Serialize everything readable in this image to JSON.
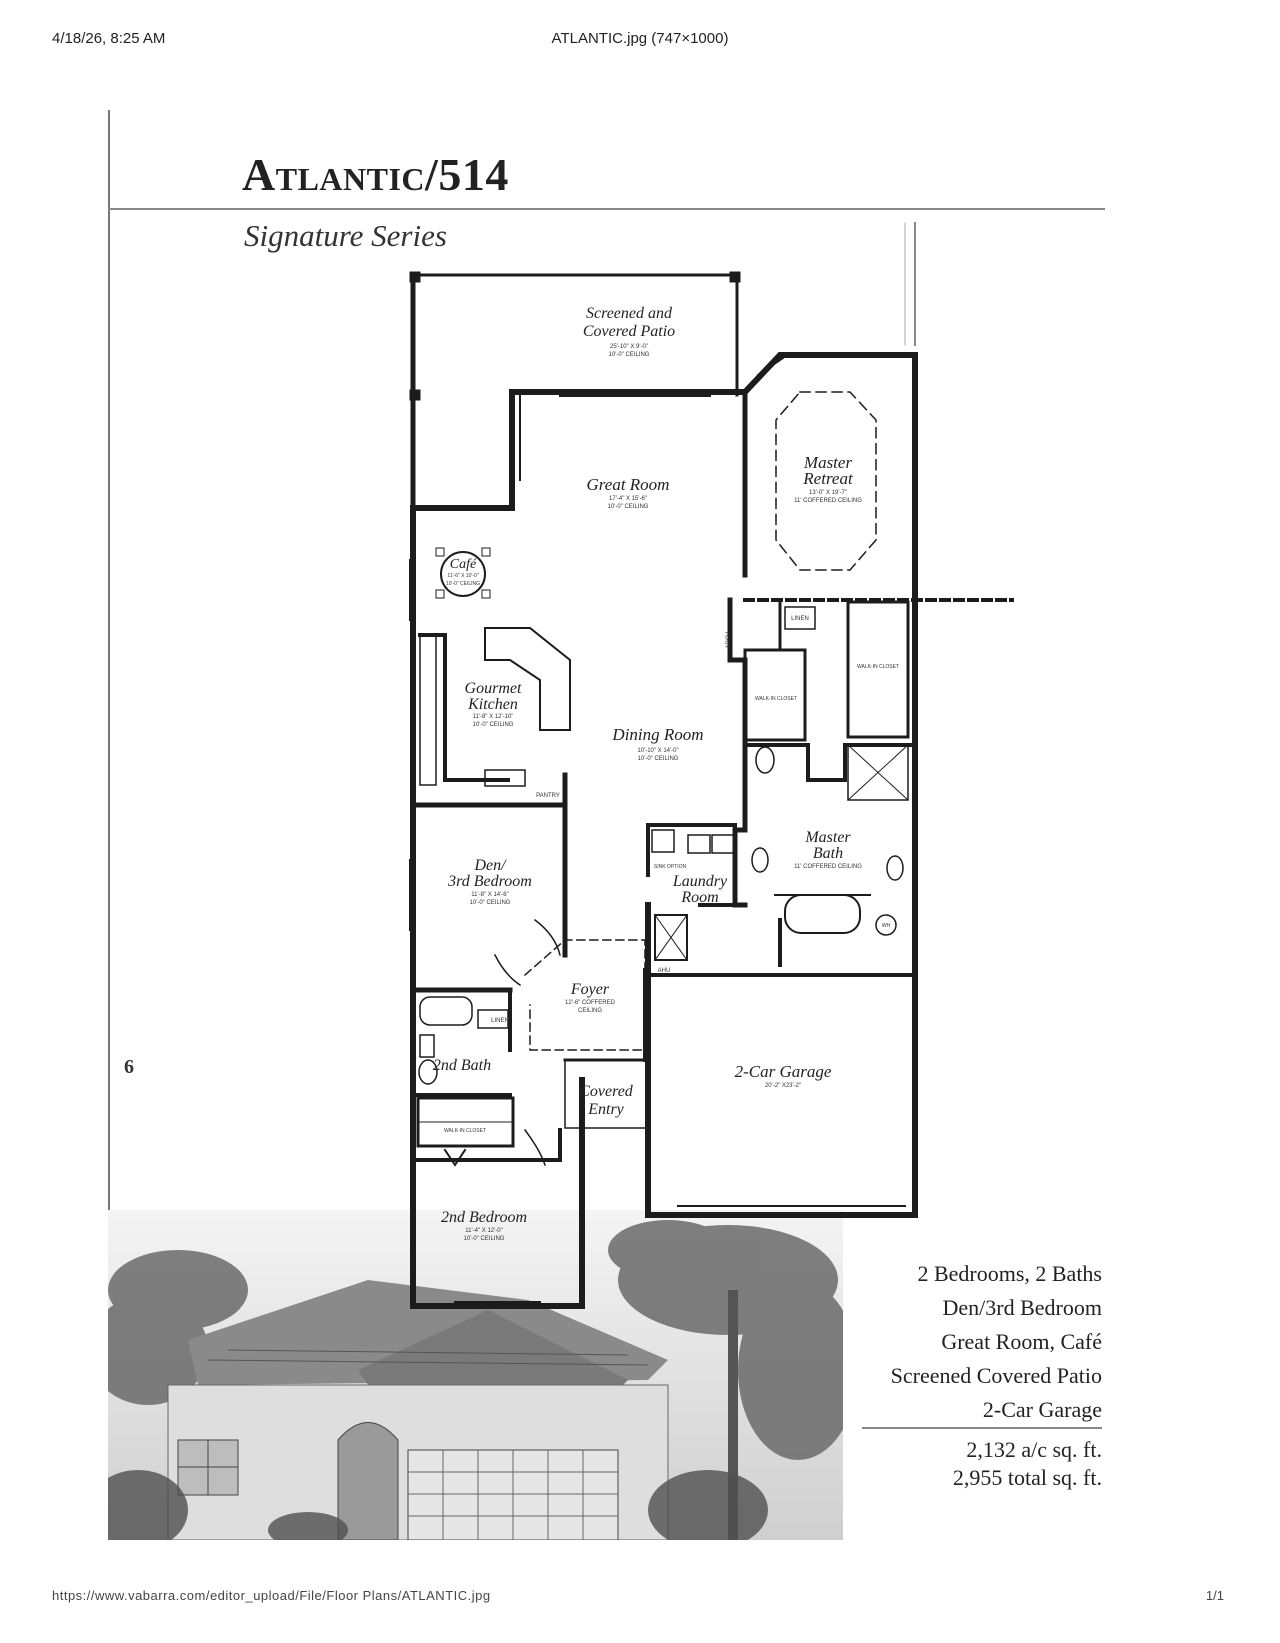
{
  "print_header": {
    "datetime": "4/18/26, 8:25 AM",
    "file_title": "ATLANTIC.jpg (747×1000)"
  },
  "print_footer": {
    "url": "https://www.vabarra.com/editor_upload/File/Floor Plans/ATLANTIC.jpg",
    "page": "1/1"
  },
  "brochure": {
    "title": "Atlantic/514",
    "subtitle": "Signature Series",
    "page_number": "6"
  },
  "rooms": {
    "patio": {
      "name_line1": "Screened and",
      "name_line2": "Covered Patio",
      "dims": "25'-10\" X 9'-0\"",
      "ceiling": "10'-0\" CEILING"
    },
    "great_room": {
      "name": "Great Room",
      "dims": "17'-4\" X 15'-6\"",
      "ceiling": "10'-0\" CEILING"
    },
    "master_retreat": {
      "name_line1": "Master",
      "name_line2": "Retreat",
      "dims": "13'-0\" X 19'-7\"",
      "ceiling": "11' COFFERED CEILING"
    },
    "cafe": {
      "name": "Café",
      "dims": "11'-6\" X 10'-0\"",
      "ceiling": "10'-0\" CEILING"
    },
    "kitchen": {
      "name_line1": "Gourmet",
      "name_line2": "Kitchen",
      "dims": "11'-8\" X 12'-10\"",
      "ceiling": "10'-0\" CEILING"
    },
    "dining_room": {
      "name": "Dining Room",
      "dims": "10'-10\" X 14'-0\"",
      "ceiling": "10'-0\" CEILING"
    },
    "den": {
      "name_line1": "Den/",
      "name_line2": "3rd Bedroom",
      "dims": "11'-8\" X 14'-6\"",
      "ceiling": "10'-0\" CEILING"
    },
    "master_bath": {
      "name_line1": "Master",
      "name_line2": "Bath",
      "ceiling": "11' COFFERED CEILING"
    },
    "laundry": {
      "name_line1": "Laundry",
      "name_line2": "Room"
    },
    "foyer": {
      "name": "Foyer",
      "ceiling_line1": "12'-6\" COFFERED",
      "ceiling_line2": "CEILING"
    },
    "second_bath": {
      "name": "2nd Bath"
    },
    "covered_entry": {
      "name_line1": "Covered",
      "name_line2": "Entry"
    },
    "garage": {
      "name": "2-Car Garage",
      "dims": "20'-2\" X23'-2\""
    },
    "second_bedroom": {
      "name": "2nd Bedroom",
      "dims": "11'-4\" X 12'-0\"",
      "ceiling": "10'-0\" CEILING"
    }
  },
  "fixtures": {
    "pantry": "PANTRY",
    "linen": "LINEN",
    "linen2": "LINEN",
    "arch": "ARCH",
    "walkin_closet_1": "WALK-IN CLOSET",
    "walkin_closet_2": "WALK-IN CLOSET",
    "walkin_closet_3": "WALK-IN CLOSET",
    "ahu": "AHU",
    "wh": "WH",
    "sink_option": "SINK OPTION"
  },
  "features": [
    "2 Bedrooms, 2 Baths",
    "Den/3rd Bedroom",
    "Great Room, Café",
    "Screened Covered Patio",
    "2-Car Garage"
  ],
  "square_footage": {
    "ac": "2,132 a/c sq. ft.",
    "total": "2,955 total sq. ft."
  }
}
